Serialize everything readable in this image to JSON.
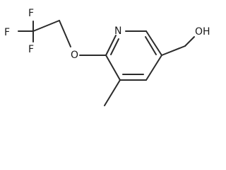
{
  "molecule": {
    "atom_labels": {
      "fluorine_upper": "F",
      "fluorine_left": "F",
      "fluorine_lower": "F",
      "ether_oxygen": "O",
      "ring_nitrogen": "N",
      "hydroxyl": "OH"
    },
    "colors": {
      "bond": "#2b2b2b",
      "text": "#1a1a1a",
      "background": "#ffffff"
    }
  }
}
